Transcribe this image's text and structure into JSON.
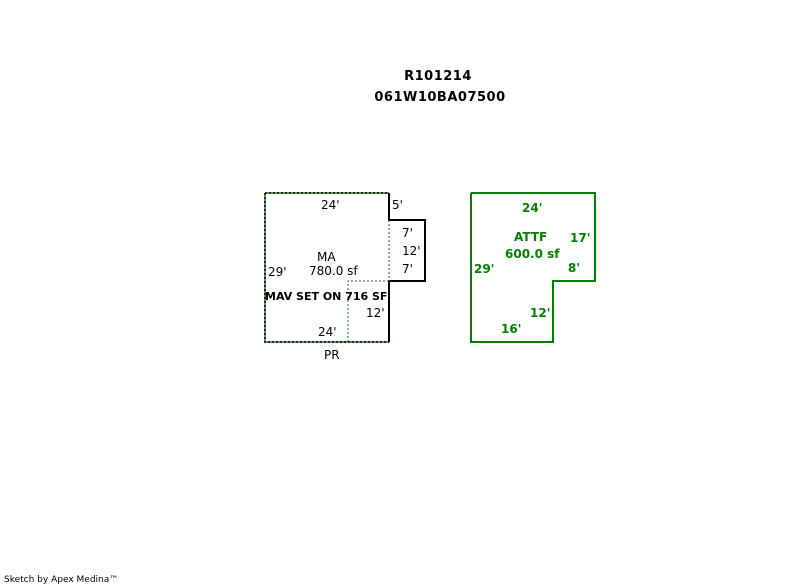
{
  "header": {
    "account": "R101214",
    "map_taxlot": "061W10BA07500"
  },
  "main_sketch": {
    "top_label": "24'",
    "right_top_label": "5'",
    "notch_labels": [
      "7'",
      "12'",
      "7'"
    ],
    "left_label": "29'",
    "area_name": "MA",
    "area_sf": "780.0 sf",
    "note": "MAV SET ON 716 SF",
    "inner_label": "12'",
    "bottom_label": "24'",
    "below_label": "PR",
    "line_color": "#000000",
    "dotted_color": "#008000"
  },
  "attf_sketch": {
    "top_label": "24'",
    "area_name": "ATTF",
    "area_sf": "600.0 sf",
    "right_label": "17'",
    "left_label": "29'",
    "step_label": "8'",
    "inner_label": "12'",
    "bottom_label": "16'",
    "line_color": "#008000"
  },
  "footer": {
    "credit": "Sketch by Apex Medina™"
  }
}
